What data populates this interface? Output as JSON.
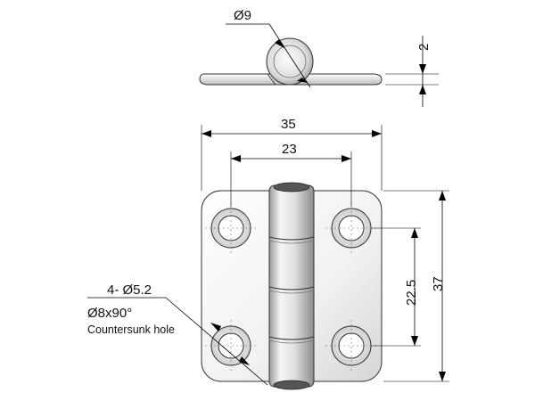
{
  "drawing": {
    "top_view": {
      "pin_diameter_label": "Ø9",
      "thickness_label": "2"
    },
    "front_view": {
      "overall_width_label": "35",
      "hole_spacing_horizontal_label": "23",
      "hole_spacing_vertical_label": "22.5",
      "overall_height_label": "37"
    },
    "hole_note": {
      "line1": "4- Ø5.2",
      "line2": "Ø8x90°",
      "line3": "Countersunk hole"
    }
  }
}
